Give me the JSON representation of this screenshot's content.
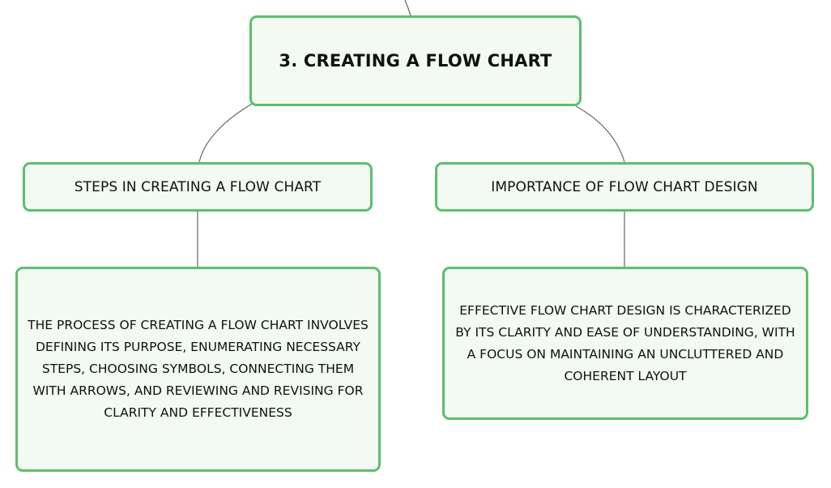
{
  "diagram": {
    "main_node": {
      "label": "3. CREATING A FLOW CHART"
    },
    "branches": [
      {
        "title": "STEPS IN CREATING A FLOW CHART",
        "detail": "THE PROCESS OF CREATING A FLOW CHART INVOLVES DEFINING ITS PURPOSE, ENUMERATING NECESSARY STEPS, CHOOSING SYMBOLS, CONNECTING THEM WITH ARROWS, AND REVIEWING AND REVISING FOR CLARITY AND EFFECTIVENESS"
      },
      {
        "title": "IMPORTANCE OF FLOW CHART DESIGN",
        "detail": "EFFECTIVE FLOW CHART DESIGN IS CHARACTERIZED BY ITS CLARITY AND EASE OF UNDERSTANDING, WITH A FOCUS ON MAINTAINING AN UNCLUTTERED AND COHERENT LAYOUT"
      }
    ],
    "colors": {
      "node_border": "#5cbf6d",
      "node_fill": "#f2faf3",
      "connector": "#666666"
    }
  }
}
